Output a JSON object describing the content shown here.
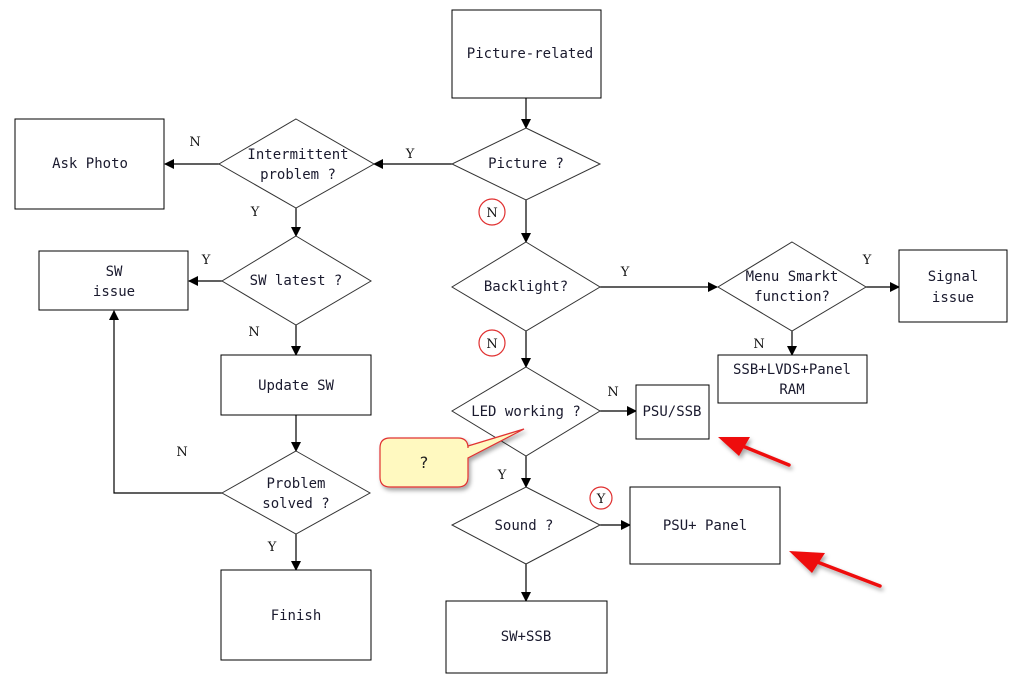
{
  "nodes": {
    "picture_related": "Picture-related",
    "picture_q": "Picture ?",
    "intermittent_q": [
      "Intermittent",
      "problem  ?"
    ],
    "ask_photo": "Ask Photo",
    "sw_latest_q": "SW latest ?",
    "sw_issue": [
      "SW",
      "issue"
    ],
    "update_sw": "Update SW",
    "problem_solved_q": [
      "Problem",
      "solved ?"
    ],
    "finish": "Finish",
    "backlight_q": "Backlight?",
    "menu_smart_q": [
      "Menu Smarkt",
      "function?"
    ],
    "signal_issue": [
      "Signal",
      "issue"
    ],
    "ssb_lvds_panel": [
      "SSB+LVDS+Panel",
      "RAM"
    ],
    "led_working_q": "LED working ?",
    "psu_ssb": "PSU/SSB",
    "sound_q": "Sound ?",
    "psu_panel": "PSU+ Panel",
    "sw_ssb": "SW+SSB"
  },
  "edge_labels": {
    "picture_yes": "Y",
    "picture_no": "N",
    "intermittent_no": "N",
    "intermittent_yes": "Y",
    "sw_latest_yes": "Y",
    "sw_latest_no": "N",
    "problem_solved_no": "N",
    "problem_solved_yes": "Y",
    "backlight_yes": "Y",
    "backlight_no": "N",
    "menu_yes": "Y",
    "menu_no": "N",
    "led_no": "N",
    "led_yes": "Y",
    "sound_yes": "Y"
  },
  "callout": {
    "text": "?"
  },
  "colors": {
    "highlight_circle": "#e03030",
    "arrow_red": "#ee1111",
    "callout_fill": "#fff9c0",
    "callout_border": "#e03030"
  }
}
